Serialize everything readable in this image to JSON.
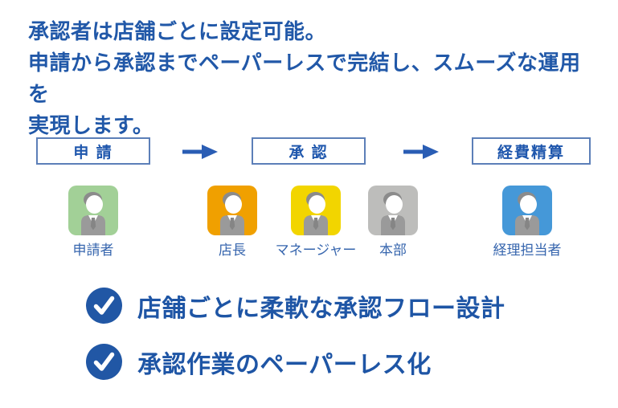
{
  "intro": {
    "lines": [
      "承認者は店舗ごとに設定可能。",
      "申請から承認までペーパーレスで完結し、スムーズな運用を",
      "実現します。"
    ],
    "text_color": "#2158a8"
  },
  "flow": {
    "steps": [
      {
        "label": "申 請"
      },
      {
        "label": "承 認"
      },
      {
        "label": "経費精算"
      }
    ],
    "box_border_color": "#5c7fb8",
    "box_text_color": "#1f57ad",
    "arrow_color": "#2a5db4"
  },
  "people": [
    {
      "role": "申請者",
      "color": "#a2d097"
    },
    {
      "role": "店長",
      "color": "#f0a000"
    },
    {
      "role": "マネージャー",
      "color": "#f2d500"
    },
    {
      "role": "本部",
      "color": "#bdbdbb"
    },
    {
      "role": "経理担当者",
      "color": "#4598d8"
    }
  ],
  "features": [
    {
      "text": "店舗ごとに柔軟な承認フロー設計"
    },
    {
      "text": "承認作業のペーパーレス化"
    }
  ],
  "feature_check_color": "#2157a5",
  "feature_text_color": "#1e55a5"
}
